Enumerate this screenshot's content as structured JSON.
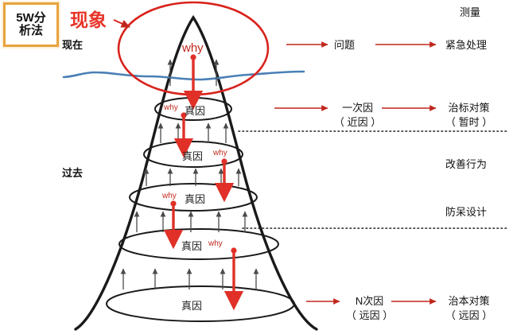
{
  "title_badge": {
    "line1": "5W分",
    "line2": "析法"
  },
  "labels": {
    "phenomenon": "现象",
    "present": "现在",
    "past": "过去",
    "measure_header": "测量"
  },
  "why_markers": [
    {
      "text": "why",
      "size": "large"
    },
    {
      "text": "why",
      "size": "small"
    },
    {
      "text": "why",
      "size": "small"
    },
    {
      "text": "why",
      "size": "small"
    },
    {
      "text": "why",
      "size": "small"
    },
    {
      "text": "why",
      "size": "small"
    }
  ],
  "ellipse_nodes": [
    {
      "label": "真因",
      "why": "why",
      "why_side": "left"
    },
    {
      "label": "真因",
      "why": "why",
      "why_side": "right"
    },
    {
      "label": "真因",
      "why": "why",
      "why_side": "left"
    },
    {
      "label": "真因",
      "why": "why",
      "why_side": "right"
    },
    {
      "label": "真因",
      "why": "",
      "why_side": "none"
    }
  ],
  "cause_column": [
    {
      "line1": "问题",
      "line2": ""
    },
    {
      "line1": "一次因",
      "line2": "（ 近因 ）"
    },
    {
      "line1": "N次因",
      "line2": "（ 远因 ）"
    }
  ],
  "action_column": [
    {
      "line1": "紧急处理",
      "line2": ""
    },
    {
      "line1": "治标对策",
      "line2": "（ 暂时 ）"
    },
    {
      "line1": "改善行为",
      "line2": ""
    },
    {
      "line1": "防呆设计",
      "line2": ""
    },
    {
      "line1": "治本对策",
      "line2": "（ 远因 ）"
    }
  ],
  "colors": {
    "red": "#c0271c",
    "bright_red": "#e8352a",
    "arrow_red": "#e03027",
    "blue_water": "#4a7fb5",
    "badge_border": "#e8a33d",
    "curve_black": "#1a1a1a",
    "thin_arrow": "#4a4a4a",
    "dotted": "#222222"
  }
}
